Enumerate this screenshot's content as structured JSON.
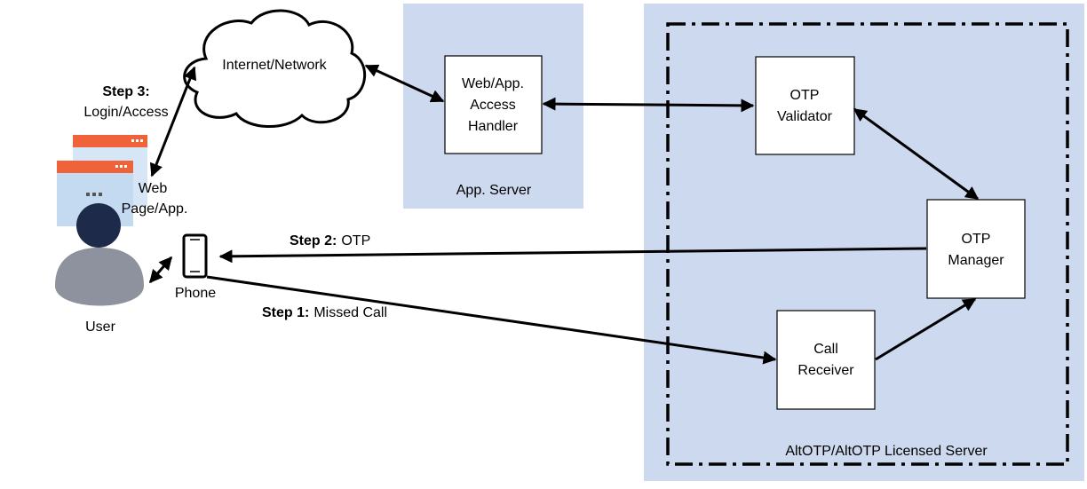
{
  "cloud": {
    "label": "Internet/Network"
  },
  "app_server": {
    "label": "App. Server"
  },
  "licensed_server": {
    "label": "AltOTP/AltOTP Licensed Server"
  },
  "boxes": {
    "access_handler": [
      "Web/App.",
      "Access",
      "Handler"
    ],
    "otp_validator": [
      "OTP",
      "Validator"
    ],
    "otp_manager": [
      "OTP",
      "Manager"
    ],
    "call_receiver": [
      "Call",
      "Receiver"
    ]
  },
  "user": {
    "label": "User"
  },
  "phone": {
    "label": "Phone"
  },
  "web_page": {
    "label_line1": "Web",
    "label_line2": "Page/App."
  },
  "steps": {
    "step3": {
      "bold": "Step 3:",
      "text": "Login/Access"
    },
    "step2": {
      "bold": "Step 2:",
      "text": "OTP"
    },
    "step1": {
      "bold": "Step 1:",
      "text": "Missed Call"
    }
  },
  "colors": {
    "region_fill": "#cdd9ee",
    "browser_red": "#f0633a",
    "browser_body": "#d6e6f7",
    "user_head": "#1e2a4a",
    "user_body": "#8e919e"
  }
}
